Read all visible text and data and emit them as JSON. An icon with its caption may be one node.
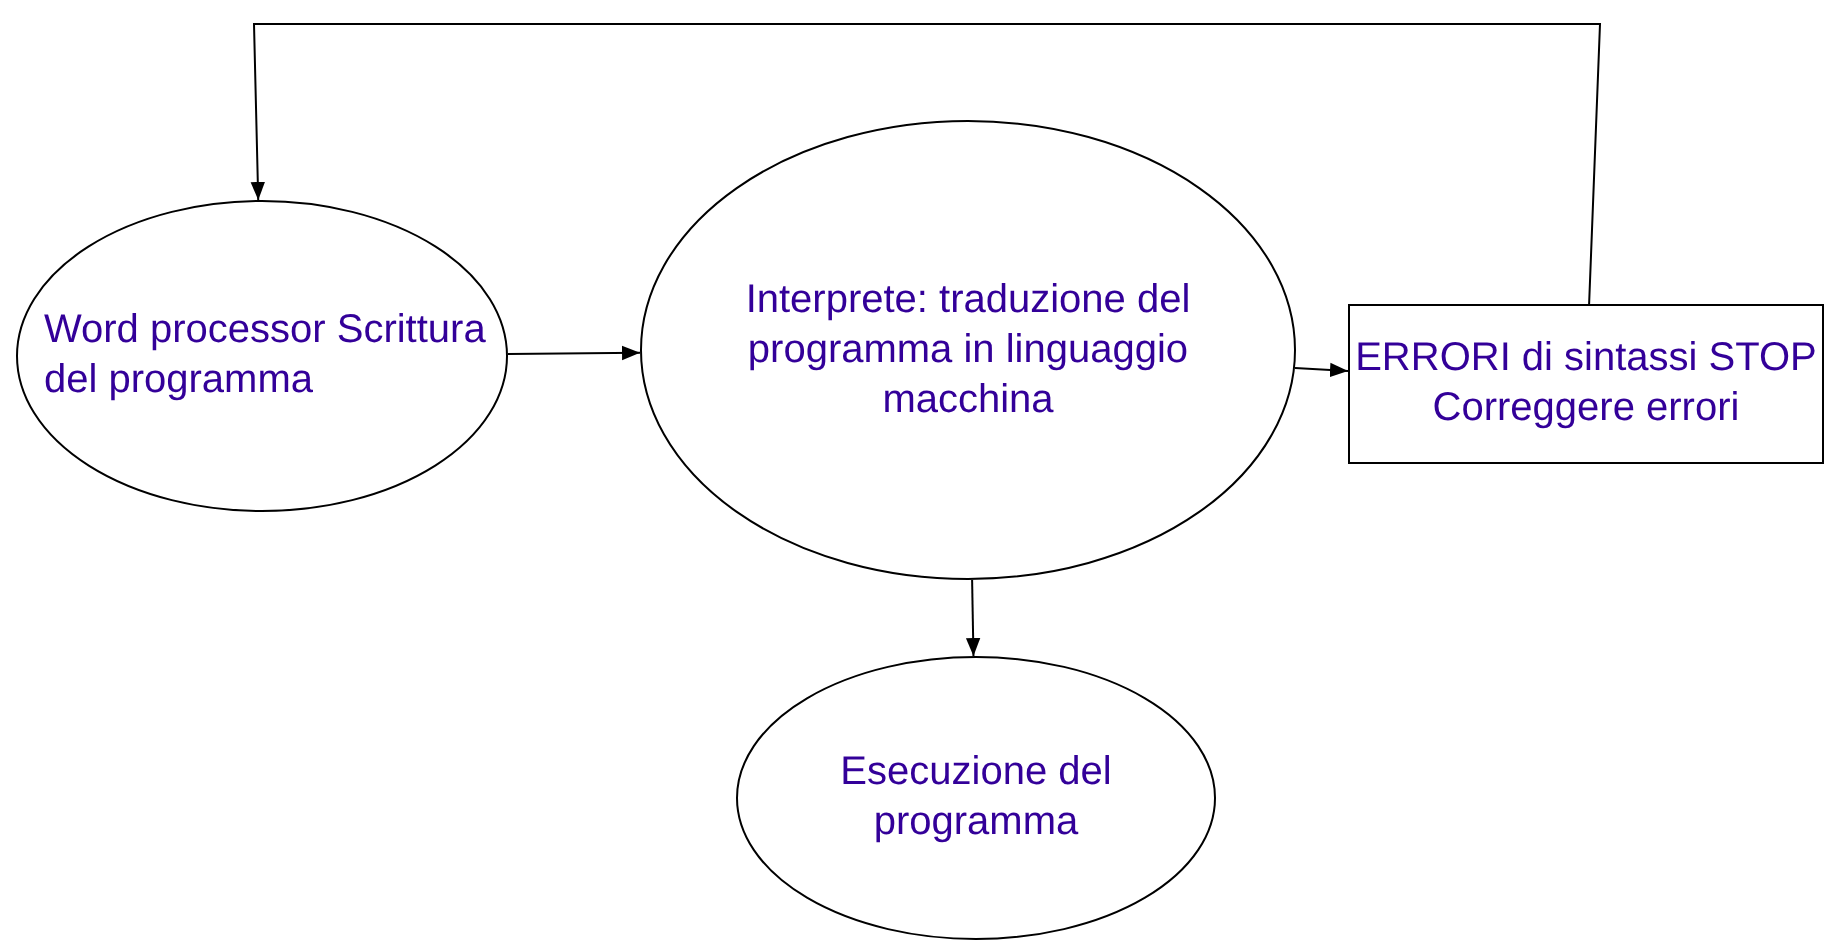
{
  "diagram": {
    "nodes": [
      {
        "text": [
          "Word processor Scrittura del programma"
        ]
      },
      {
        "text": [
          "Interprete: traduzione del programma in linguaggio macchina"
        ]
      },
      {
        "text": [
          "ERRORI di sintassi STOP Correggere errori"
        ]
      },
      {
        "text": [
          "Esecuzione del programma"
        ]
      }
    ],
    "edges": [
      {
        "from": 0,
        "to": 1,
        "arrow": "to"
      },
      {
        "from": 1,
        "to": 2,
        "arrow": "to"
      },
      {
        "from": 1,
        "to": 3,
        "arrow": "to"
      },
      {
        "from": 2,
        "to": 0,
        "arrow": "to"
      }
    ]
  }
}
